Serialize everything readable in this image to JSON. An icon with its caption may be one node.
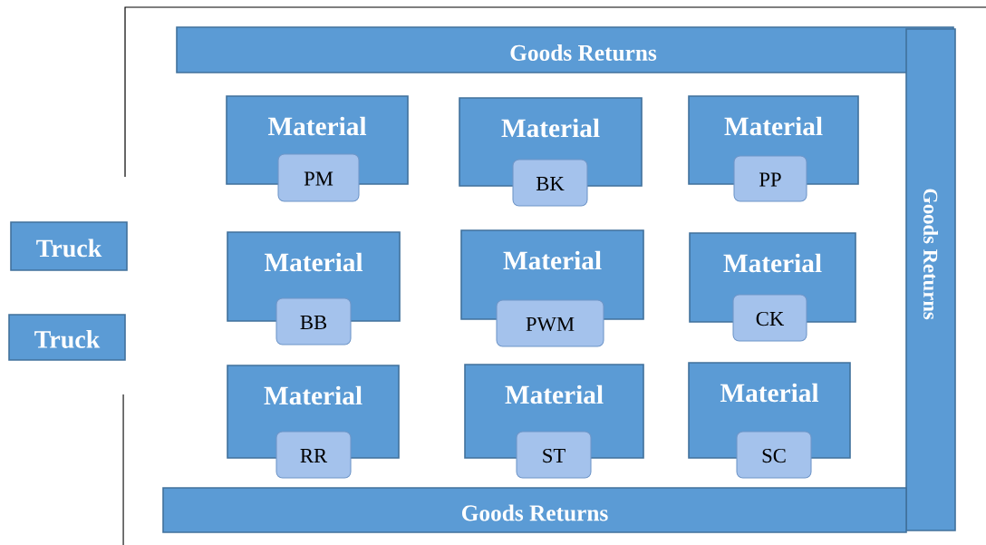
{
  "diagram": {
    "nodes": [
      {
        "text": [
          "Goods Returns"
        ]
      },
      {
        "text": [
          "Goods Returns"
        ]
      },
      {
        "text": [
          "Truck"
        ]
      },
      {
        "text": [
          "Truck"
        ]
      },
      {
        "text": [
          "Material"
        ]
      },
      {
        "text": [
          "PM"
        ]
      },
      {
        "text": [
          "Material"
        ]
      },
      {
        "text": [
          "BK"
        ]
      },
      {
        "text": [
          "Material"
        ]
      },
      {
        "text": [
          "PP"
        ]
      },
      {
        "text": [
          "Material"
        ]
      },
      {
        "text": [
          "BB"
        ]
      },
      {
        "text": [
          "Material"
        ]
      },
      {
        "text": [
          "PWM"
        ]
      },
      {
        "text": [
          "Material"
        ]
      },
      {
        "text": [
          "CK"
        ]
      },
      {
        "text": [
          "Material"
        ]
      },
      {
        "text": [
          "RR"
        ]
      },
      {
        "text": [
          "Material"
        ]
      },
      {
        "text": [
          "ST"
        ]
      },
      {
        "text": [
          "Material"
        ]
      },
      {
        "text": [
          "SC"
        ]
      },
      {
        "text": [
          "Goods Returns"
        ]
      }
    ],
    "edges": []
  }
}
